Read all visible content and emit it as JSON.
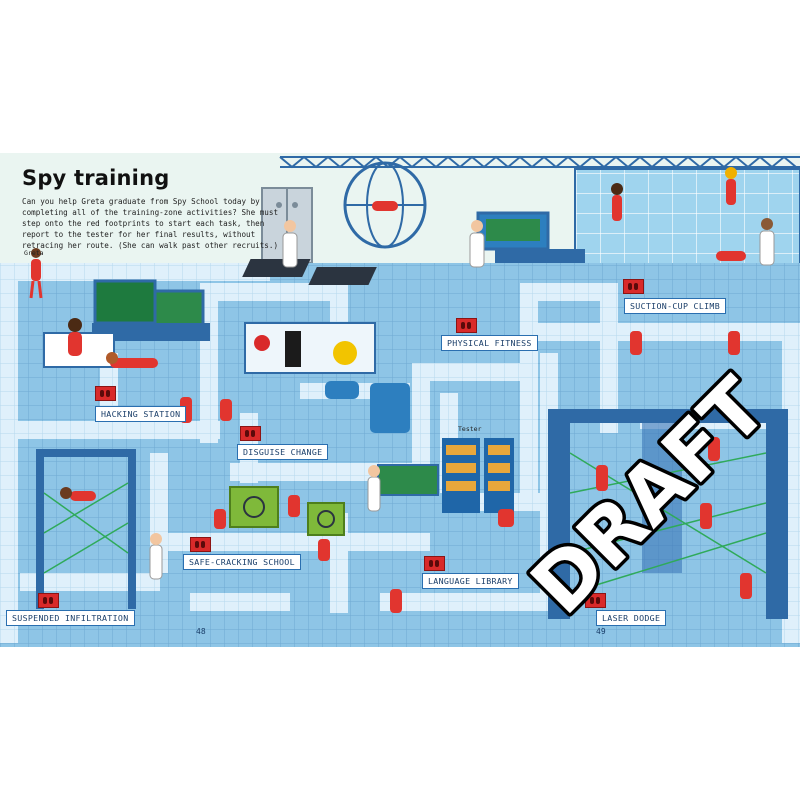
{
  "page": {
    "title": "Spy training",
    "intro": "Can you help Greta graduate from Spy School today by completing all of the training-zone activities? She must step onto the red footprints to start each task, then report to the tester for her final results, without retracing her route. (She can walk past other recruits.)",
    "character_label": "Greta",
    "tester_label": "Tester",
    "page_left": "48",
    "page_right": "49",
    "watermark": "DRAFT"
  },
  "stations": [
    {
      "id": "hacking-station",
      "label": "HACKING STATION"
    },
    {
      "id": "disguise-change",
      "label": "DISGUISE CHANGE"
    },
    {
      "id": "physical-fitness",
      "label": "PHYSICAL FITNESS"
    },
    {
      "id": "suction-cup-climb",
      "label": "SUCTION-CUP CLIMB"
    },
    {
      "id": "safe-cracking-school",
      "label": "SAFE-CRACKING SCHOOL"
    },
    {
      "id": "language-library",
      "label": "LANGUAGE LIBRARY"
    },
    {
      "id": "suspended-infiltration",
      "label": "SUSPENDED INFILTRATION"
    },
    {
      "id": "laser-dodge",
      "label": "LASER DODGE"
    }
  ],
  "colors": {
    "floor_blue": "#8ec5e6",
    "path_light": "#dff0fb",
    "wall_blue": "#2f6aa6",
    "footprint_red": "#d92a2a",
    "recruit_red": "#e1352f",
    "wall_backdrop": "#eaf5f1"
  }
}
